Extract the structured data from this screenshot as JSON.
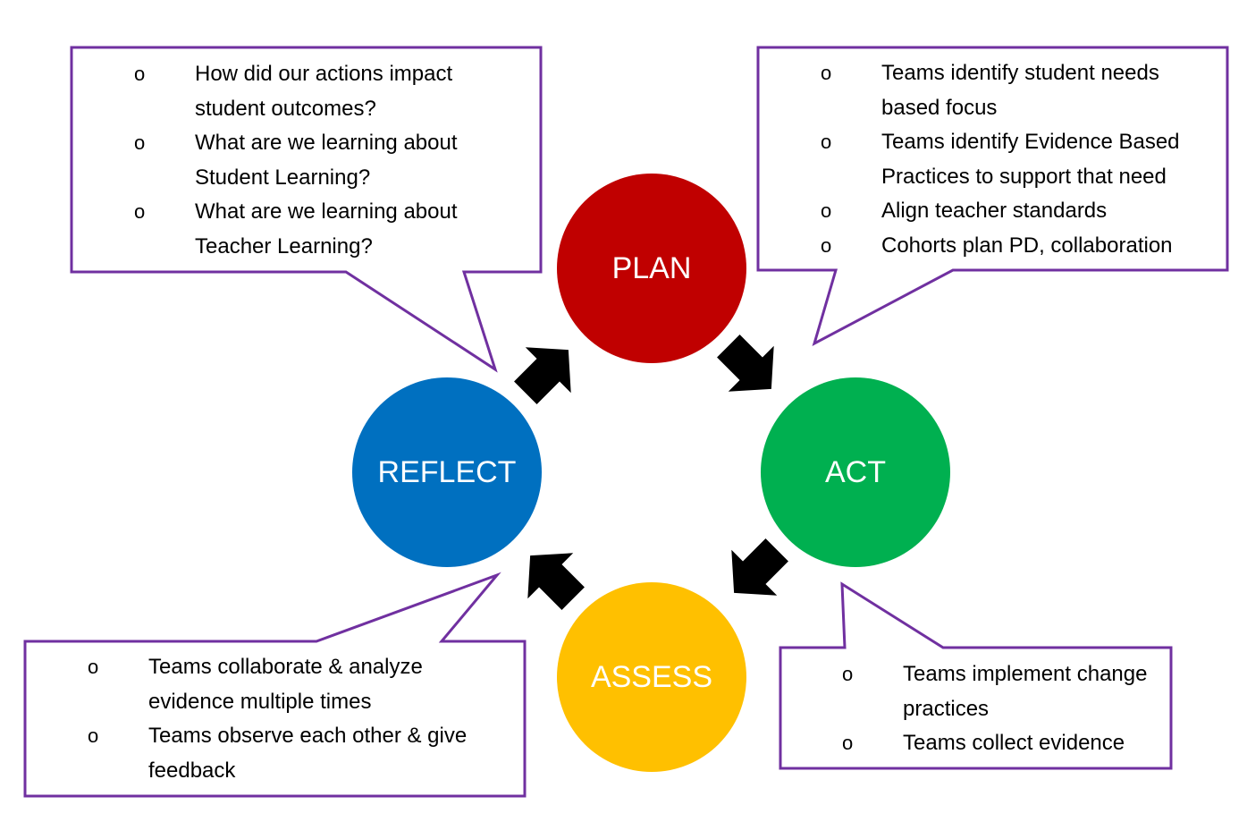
{
  "colors": {
    "plan": "#C00000",
    "act": "#00B050",
    "assess": "#FFC000",
    "reflect": "#0070C0",
    "callout_border": "#7030A0",
    "arrow": "#000000"
  },
  "circles": {
    "plan": "PLAN",
    "act": "ACT",
    "assess": "ASSESS",
    "reflect": "REFLECT"
  },
  "bullet_symbol": "o",
  "callouts": {
    "reflect": [
      "How did our actions impact student outcomes?",
      "What are we learning about Student Learning?",
      "What are we learning about Teacher Learning?"
    ],
    "plan": [
      "Teams identify student needs based focus",
      "Teams identify Evidence Based Practices to support that need",
      "Align teacher standards",
      "Cohorts plan PD, collaboration"
    ],
    "assess": [
      "Teams collaborate & analyze evidence multiple times",
      "Teams observe each other & give feedback"
    ],
    "act": [
      "Teams implement change practices",
      "Teams collect evidence"
    ]
  }
}
